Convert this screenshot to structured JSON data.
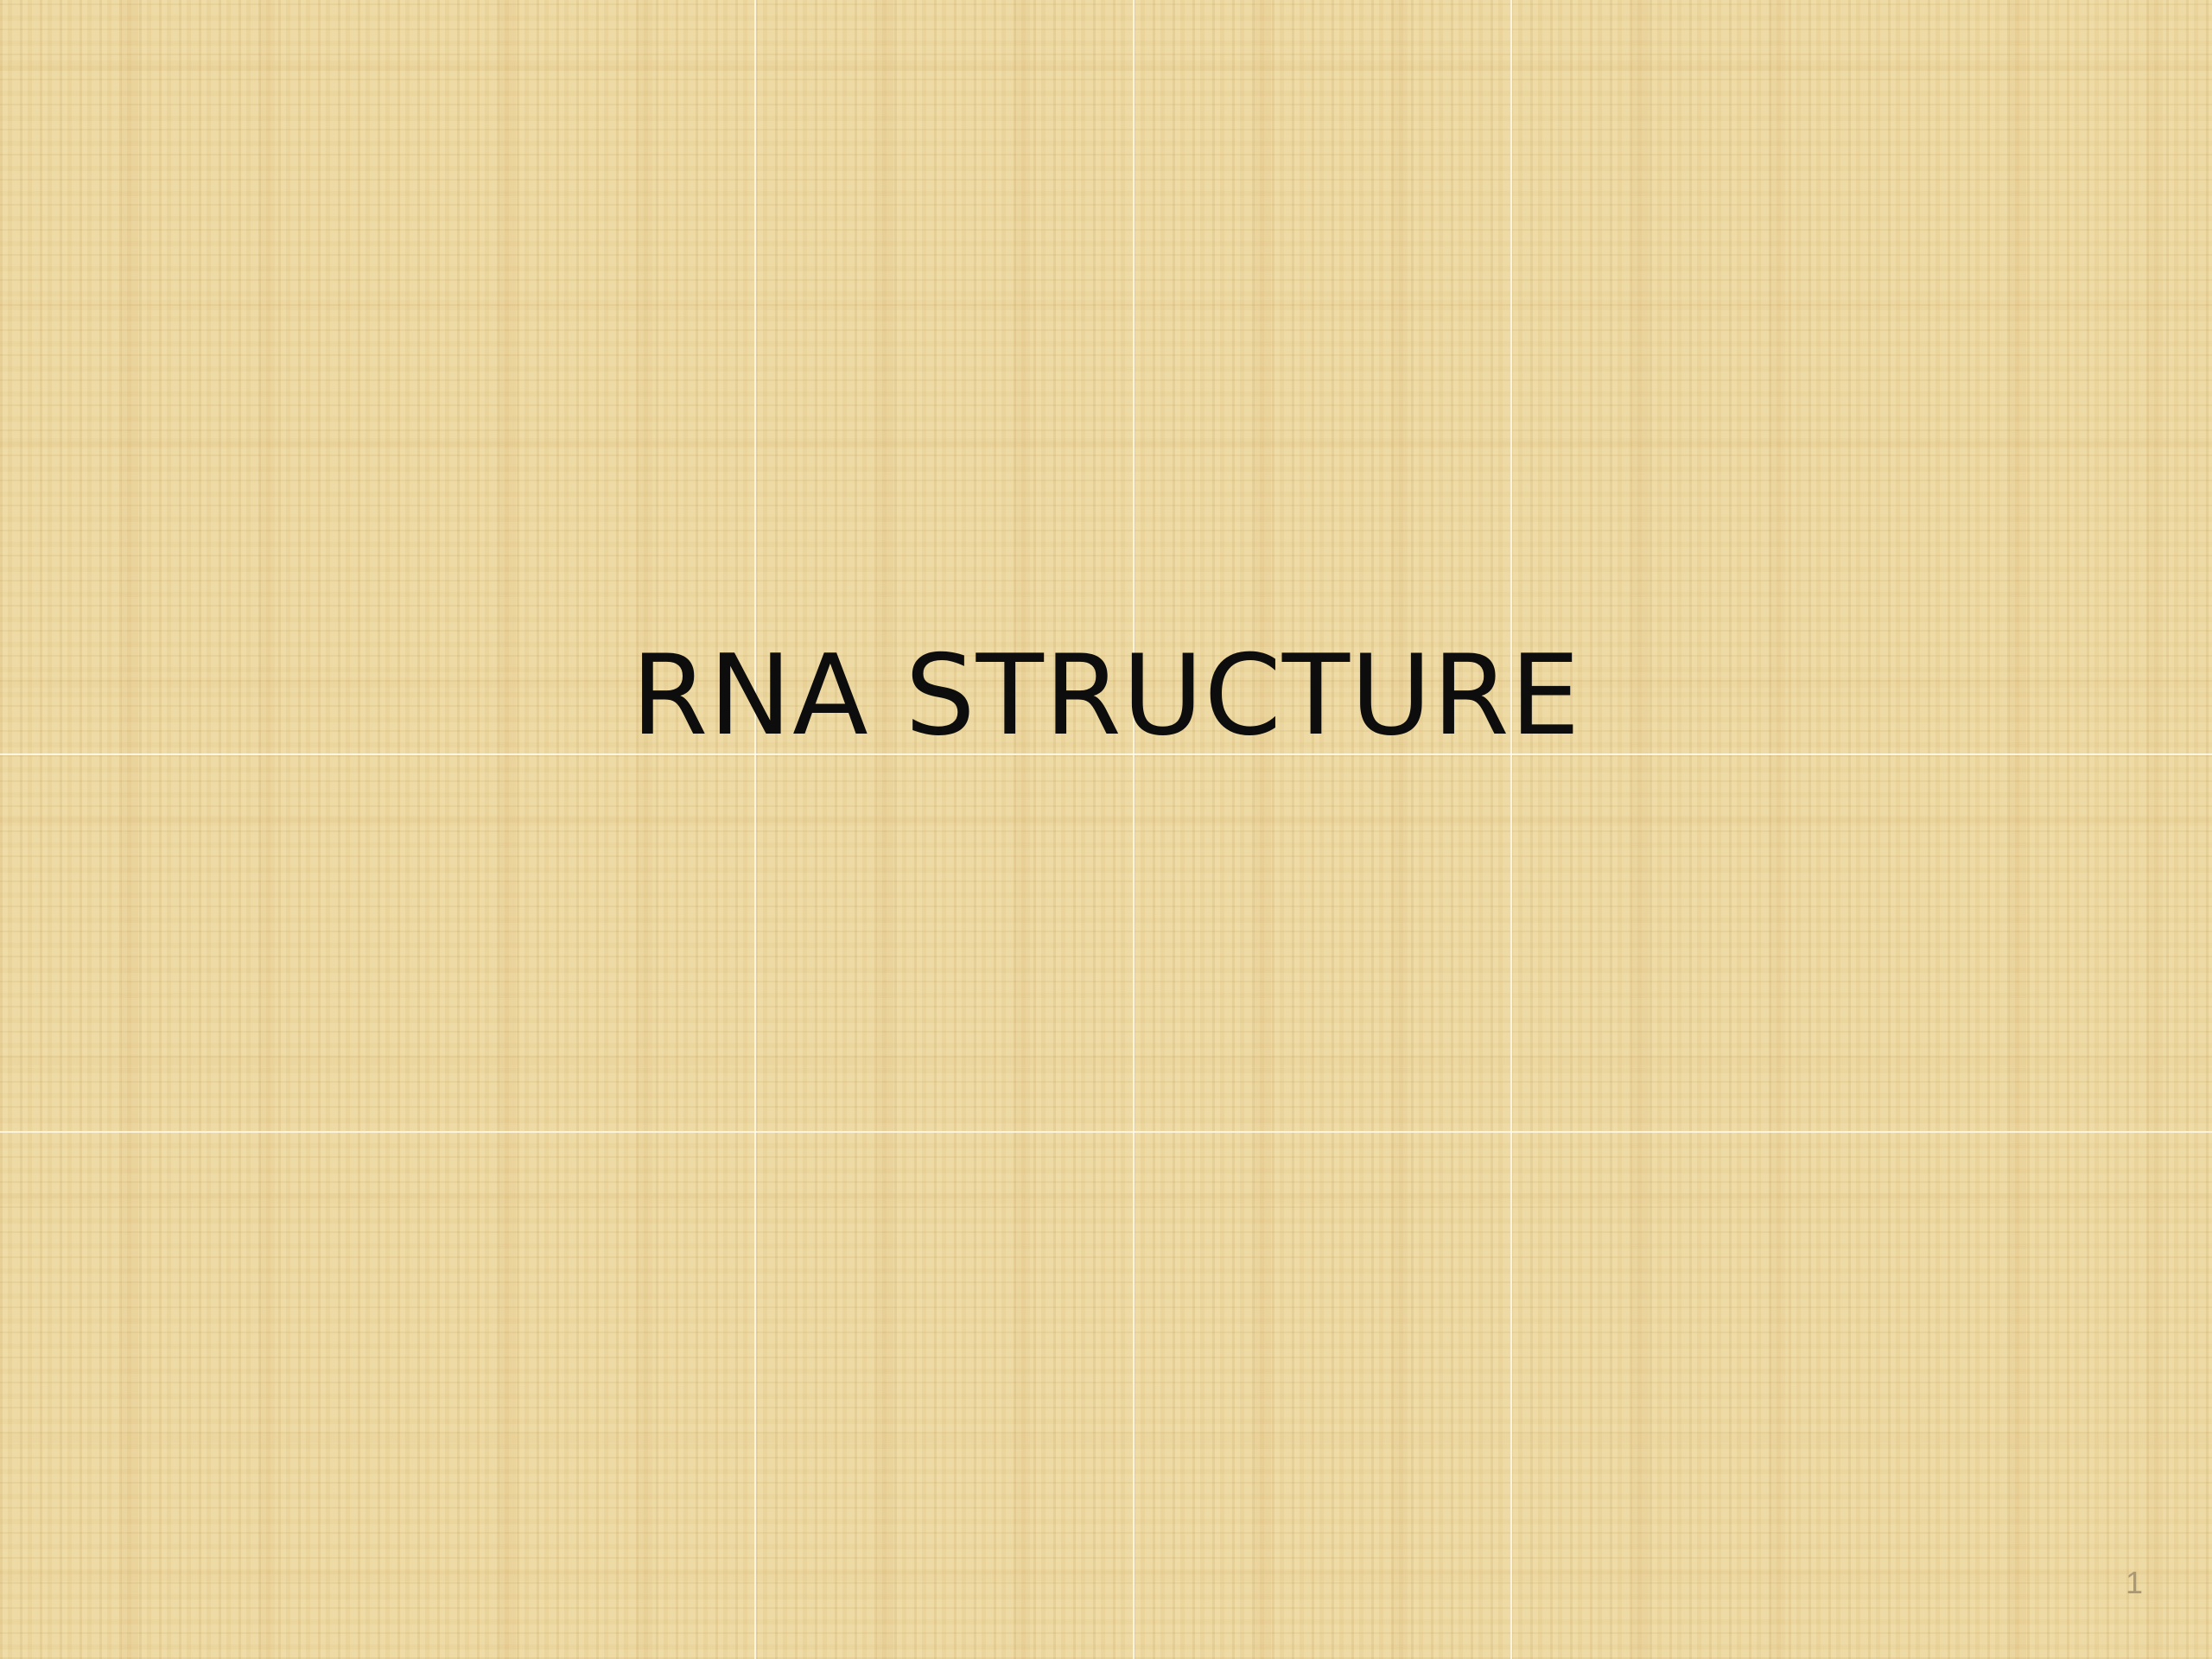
{
  "slide": {
    "title": "RNA STRUCTURE",
    "slide_number": "1"
  },
  "theme": {
    "background_color": "#ecd79f",
    "title_color": "#0d0d0d",
    "slide_number_color": "#a89878",
    "texture": "papyrus"
  }
}
